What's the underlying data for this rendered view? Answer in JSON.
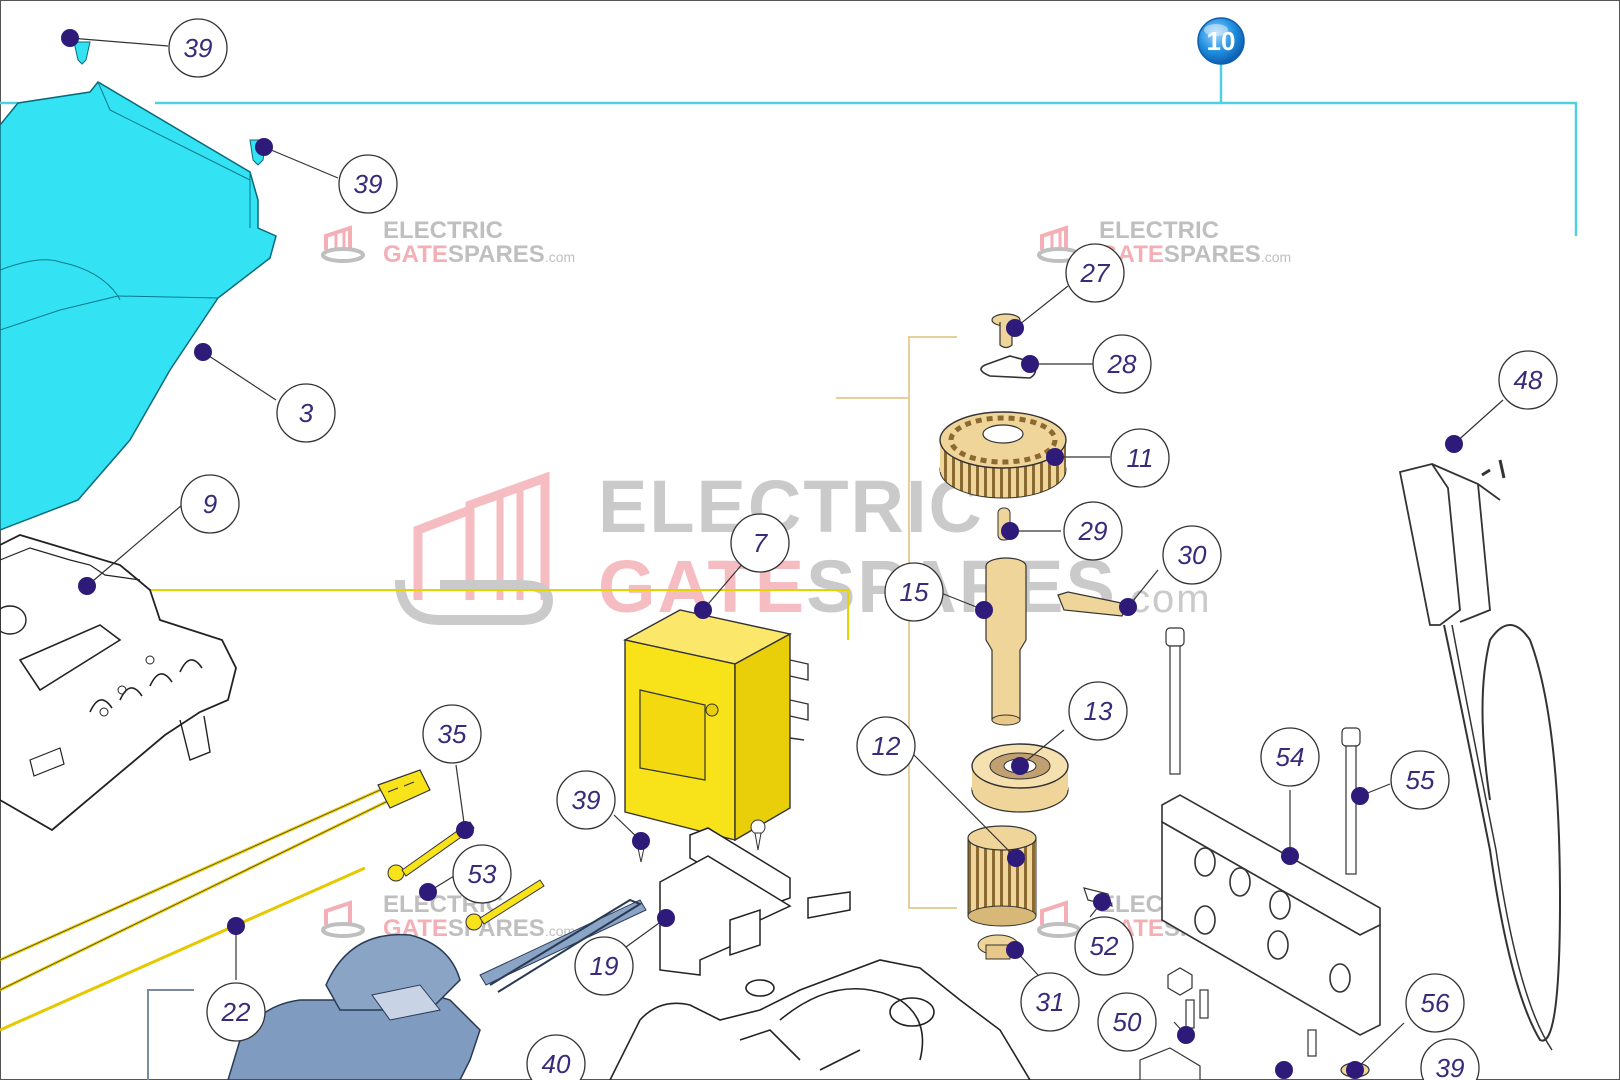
{
  "assembly_badge": {
    "label": "10",
    "color": "#1f8fe0"
  },
  "watermark": {
    "line1": "ELECTRIC",
    "line2_a": "GATE",
    "line2_b": "SPARES",
    "suffix": ".com",
    "color_gray": "#b9b9b9",
    "color_pink": "#f2a7ad"
  },
  "callouts": [
    {
      "id": "c39a",
      "label": "39"
    },
    {
      "id": "c39b",
      "label": "39"
    },
    {
      "id": "c3",
      "label": "3"
    },
    {
      "id": "c9",
      "label": "9"
    },
    {
      "id": "c27",
      "label": "27"
    },
    {
      "id": "c28",
      "label": "28"
    },
    {
      "id": "c11",
      "label": "11"
    },
    {
      "id": "c29",
      "label": "29"
    },
    {
      "id": "c30",
      "label": "30"
    },
    {
      "id": "c15",
      "label": "15"
    },
    {
      "id": "c7",
      "label": "7"
    },
    {
      "id": "c48",
      "label": "48"
    },
    {
      "id": "c13",
      "label": "13"
    },
    {
      "id": "c12",
      "label": "12"
    },
    {
      "id": "c35",
      "label": "35"
    },
    {
      "id": "c39c",
      "label": "39"
    },
    {
      "id": "c53",
      "label": "53"
    },
    {
      "id": "c19",
      "label": "19"
    },
    {
      "id": "c22",
      "label": "22"
    },
    {
      "id": "c54",
      "label": "54"
    },
    {
      "id": "c55",
      "label": "55"
    },
    {
      "id": "c52",
      "label": "52"
    },
    {
      "id": "c31",
      "label": "31"
    },
    {
      "id": "c50",
      "label": "50"
    },
    {
      "id": "c56",
      "label": "56"
    },
    {
      "id": "c40",
      "label": "40"
    },
    {
      "id": "c39d",
      "label": "39"
    }
  ],
  "colors": {
    "cover": "#33e3f3",
    "transformer": "#f8e21a",
    "gear": "#f0d59a",
    "motor": "#7f9bbf",
    "callout_dot": "#2e1a78",
    "bracket_cyan": "#4fd0e0",
    "bracket_beige": "#e8cf9a",
    "bracket_yellow": "#e6d400"
  }
}
